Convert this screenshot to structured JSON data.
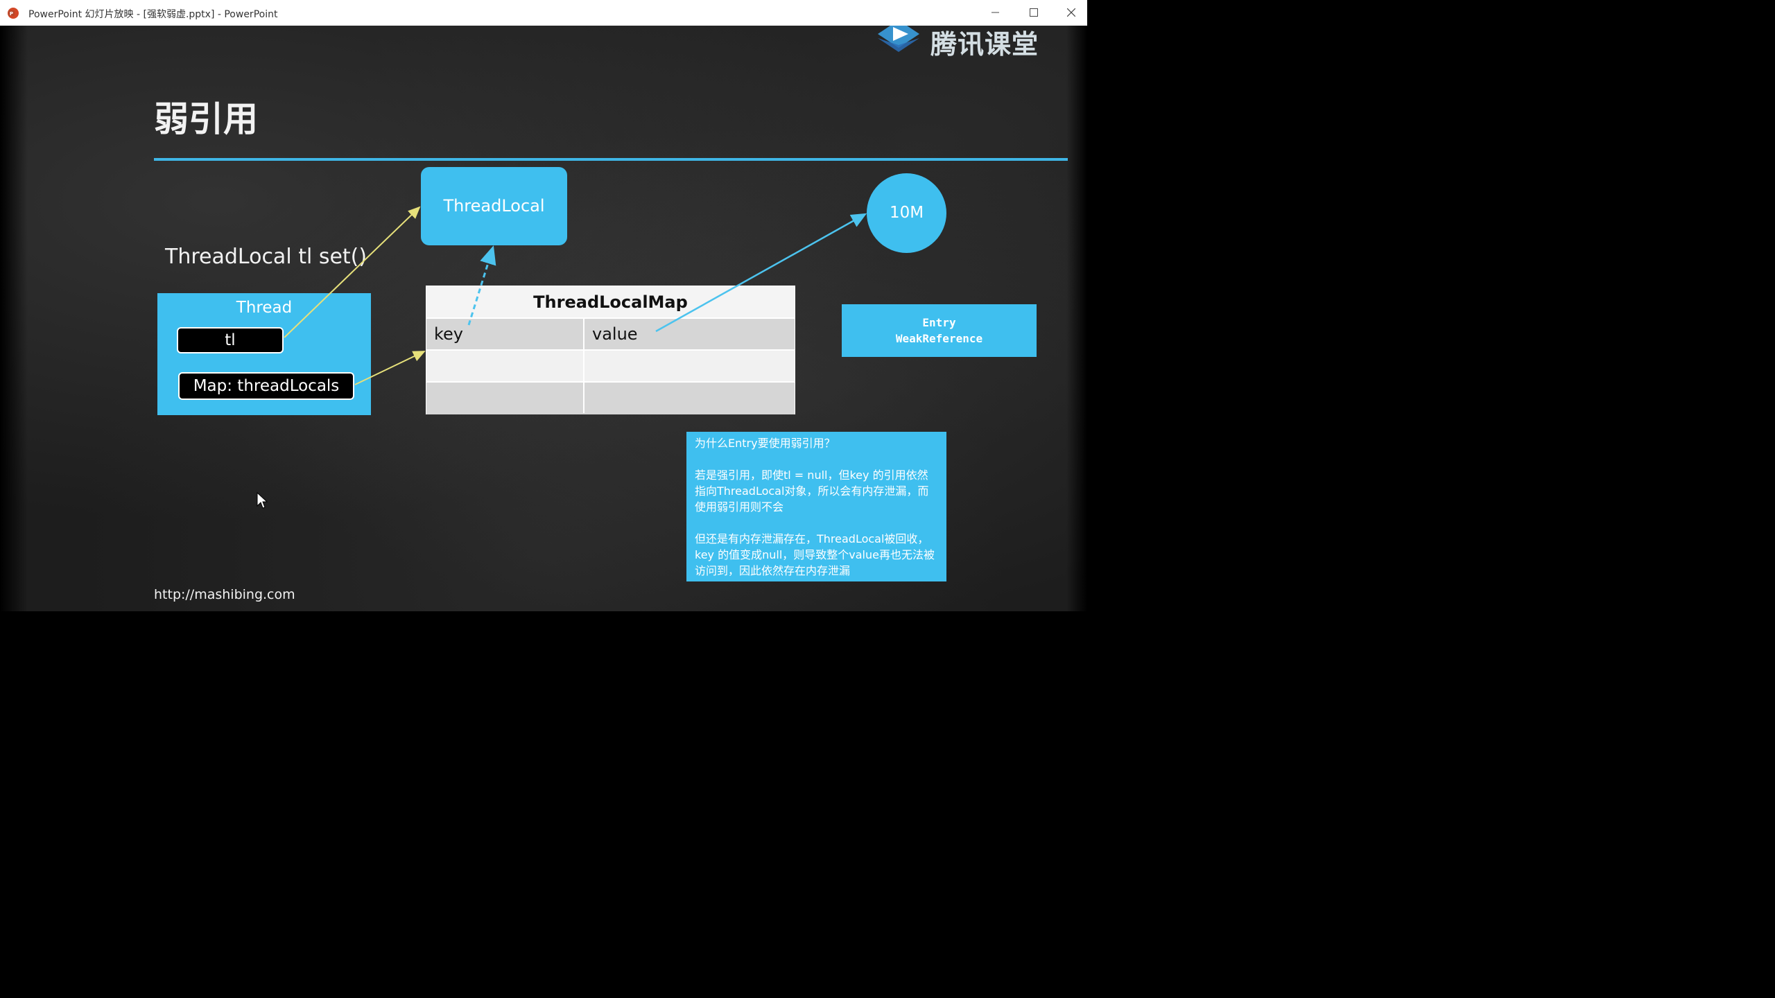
{
  "window": {
    "title": "PowerPoint 幻灯片放映 - [强软弱虚.pptx] - PowerPoint"
  },
  "slide": {
    "title": "弱引用",
    "subtitle": "ThreadLocal tl set()",
    "logo_text": "腾讯课堂",
    "thread_box": {
      "label": "Thread",
      "field_tl": "tl",
      "field_map": "Map: threadLocals"
    },
    "threadlocal_box": "ThreadLocal",
    "value_object": "10M",
    "entry_box": {
      "line1": "Entry",
      "line2": "WeakReference"
    },
    "map_table": {
      "header": "ThreadLocalMap",
      "rows": [
        {
          "key": "key",
          "value": "value"
        },
        {
          "key": "",
          "value": ""
        },
        {
          "key": "",
          "value": ""
        }
      ]
    },
    "note": {
      "question": "为什么Entry要使用弱引用？",
      "para1": "若是强引用，即使tl = null，但key 的引用依然指向ThreadLocal对象，所以会有内存泄漏，而使用弱引用则不会",
      "para2": "但还是有内存泄漏存在，ThreadLocal被回收，key 的值变成null，则导致整个value再也无法被访问到，因此依然存在内存泄漏"
    },
    "footer_url": "http://mashibing.com"
  },
  "colors": {
    "accent": "#3fbfef",
    "rule": "#3fb6e6",
    "pointer_arrow": "#e6e07a",
    "blue_arrow": "#4cc3ee"
  }
}
